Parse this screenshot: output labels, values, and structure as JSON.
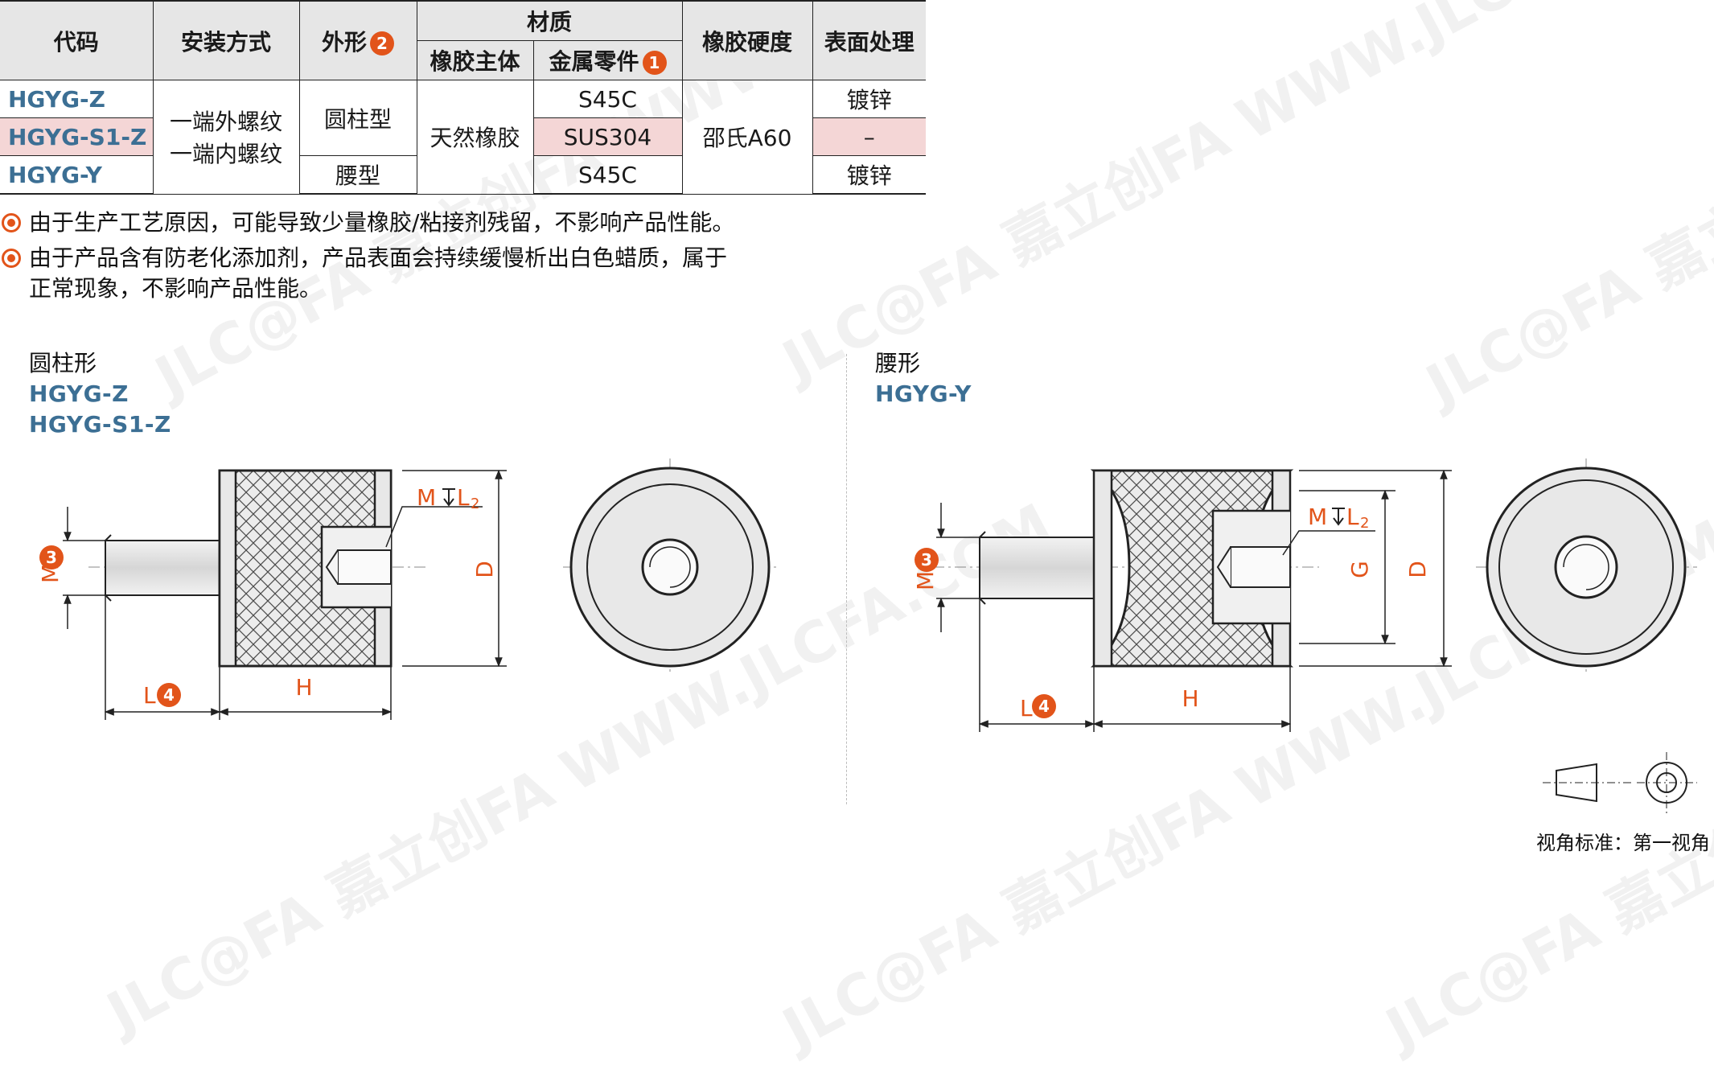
{
  "table": {
    "headers": {
      "code": "代码",
      "mount": "安装方式",
      "shape": "外形",
      "shape_badge": "2",
      "material": "材质",
      "rubber_body": "橡胶主体",
      "metal_parts": "金属零件",
      "metal_badge": "1",
      "hardness": "橡胶硬度",
      "surface": "表面处理"
    },
    "rows": [
      {
        "code": "HGYG-Z",
        "metal": "S45C",
        "surface": "镀锌"
      },
      {
        "code": "HGYG-S1-Z",
        "metal": "SUS304",
        "surface": "–"
      },
      {
        "code": "HGYG-Y",
        "metal": "S45C",
        "surface": "镀锌"
      }
    ],
    "merged": {
      "mount_line1": "一端外螺纹",
      "mount_line2": "一端内螺纹",
      "shape_cylinder": "圆柱型",
      "shape_waist": "腰型",
      "rubber": "天然橡胶",
      "hardness": "邵氏A60"
    }
  },
  "notes": [
    "由于生产工艺原因，可能导致少量橡胶/粘接剂残留，不影响产品性能。",
    "由于产品含有防老化添加剂，产品表面会持续缓慢析出白色蜡质，属于",
    "正常现象，不影响产品性能。"
  ],
  "drawings": {
    "left": {
      "shape": "圆柱形",
      "codes": [
        "HGYG-Z",
        "HGYG-S1-Z"
      ]
    },
    "right": {
      "shape": "腰形",
      "codes": [
        "HGYG-Y"
      ]
    },
    "dims": {
      "M": "M",
      "M_badge": "3",
      "L": "L",
      "L_badge": "4",
      "H": "H",
      "D": "D",
      "G": "G",
      "ML2_M": "M",
      "ML2_L": "L",
      "ML2_sub": "2"
    },
    "dim_color": "#e2541a"
  },
  "projection_standard": "视角标准：第一视角",
  "watermark_text": "JLC@FA 嘉立创FA WWW.JLCFA.COM"
}
